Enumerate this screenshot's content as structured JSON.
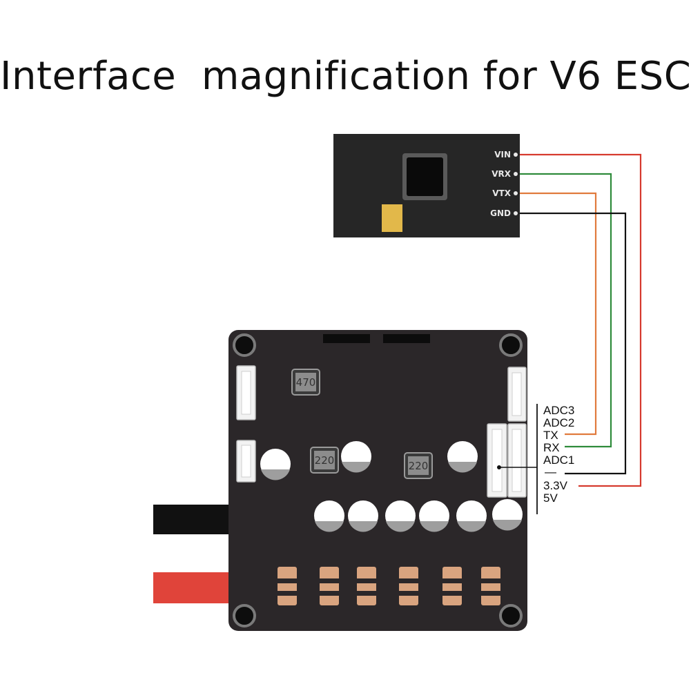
{
  "title": "Interface  magnification for V6 ESC",
  "module": {
    "pins": [
      "VIN",
      "VRX",
      "VTX",
      "GND"
    ]
  },
  "esc": {
    "inductors": [
      "470",
      "220",
      "220"
    ],
    "connector_labels": [
      "ADC3",
      "ADC2",
      "TX",
      "RX",
      "ADC1",
      "—",
      "3.3V",
      "5V"
    ]
  },
  "colors": {
    "red_wire": "#d63a2e",
    "green_wire": "#2e8b3a",
    "orange_wire": "#e07a3c",
    "black_wire": "#111111",
    "board": "#2b2729",
    "module_board": "#262626",
    "power_red": "#e0443a",
    "power_black": "#111111",
    "pad_copper": "#d9a47f",
    "gold_pad": "#e2b84a"
  }
}
